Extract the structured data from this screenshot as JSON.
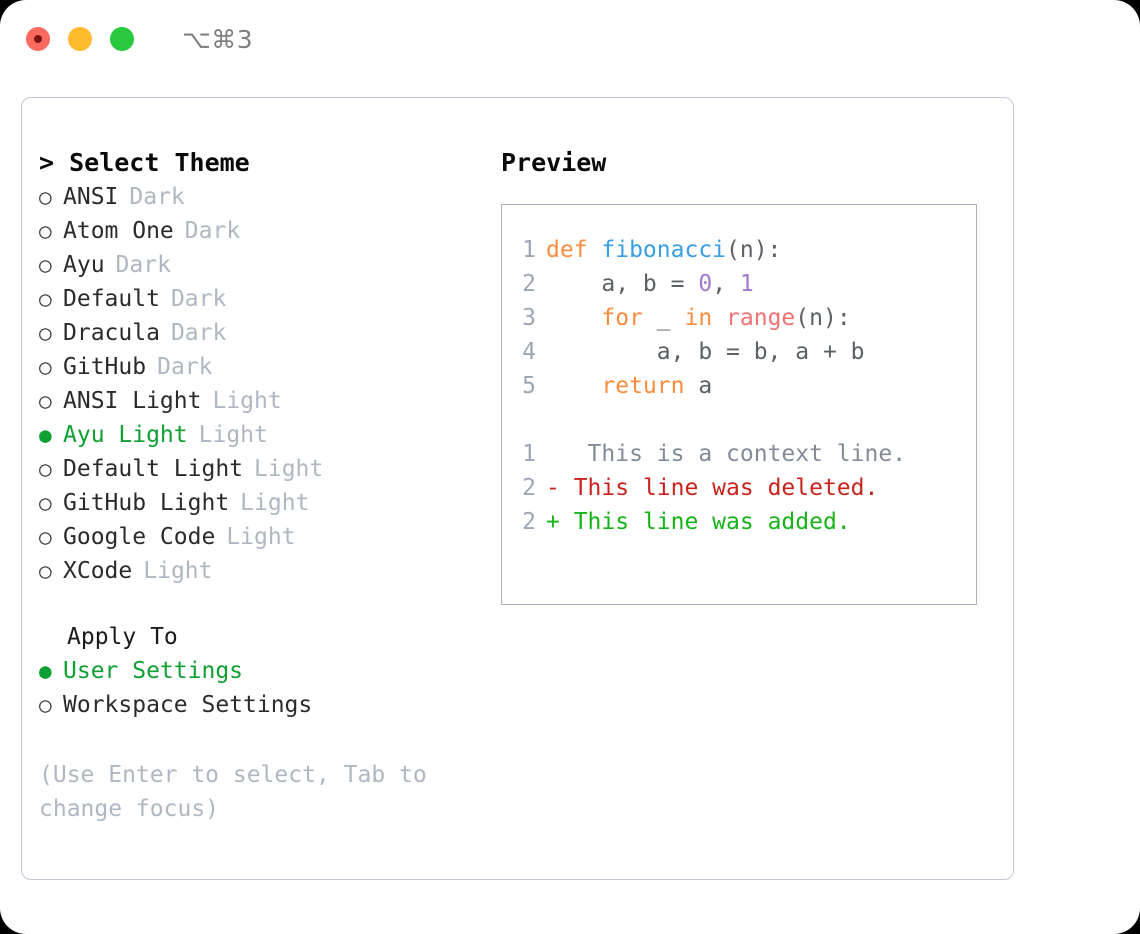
{
  "titlebar": {
    "shortcut": "⌥⌘3",
    "dots": [
      "close-recording",
      "minimize",
      "maximize"
    ]
  },
  "left": {
    "heading": "> Select Theme",
    "themes": [
      {
        "bullet": "○",
        "name": "ANSI",
        "category": "Dark",
        "selected": false
      },
      {
        "bullet": "○",
        "name": "Atom One",
        "category": "Dark",
        "selected": false
      },
      {
        "bullet": "○",
        "name": "Ayu",
        "category": "Dark",
        "selected": false
      },
      {
        "bullet": "○",
        "name": "Default",
        "category": "Dark",
        "selected": false
      },
      {
        "bullet": "○",
        "name": "Dracula",
        "category": "Dark",
        "selected": false
      },
      {
        "bullet": "○",
        "name": "GitHub",
        "category": "Dark",
        "selected": false
      },
      {
        "bullet": "○",
        "name": "ANSI Light",
        "category": "Light",
        "selected": false
      },
      {
        "bullet": "●",
        "name": "Ayu Light",
        "category": "Light",
        "selected": true
      },
      {
        "bullet": "○",
        "name": "Default Light",
        "category": "Light",
        "selected": false
      },
      {
        "bullet": "○",
        "name": "GitHub Light",
        "category": "Light",
        "selected": false
      },
      {
        "bullet": "○",
        "name": "Google Code",
        "category": "Light",
        "selected": false
      },
      {
        "bullet": "○",
        "name": "XCode",
        "category": "Light",
        "selected": false
      }
    ],
    "apply_to_label": "Apply To",
    "apply_options": [
      {
        "bullet": "●",
        "label": "User Settings",
        "selected": true
      },
      {
        "bullet": "○",
        "label": "Workspace Settings",
        "selected": false
      }
    ],
    "hint": "(Use Enter to select, Tab to change focus)"
  },
  "preview": {
    "title": "Preview",
    "code_lines": [
      {
        "lineno": "1",
        "tokens": [
          {
            "text": "def ",
            "type": "kw"
          },
          {
            "text": "fibonacci",
            "type": "fn"
          },
          {
            "text": "(n):",
            "type": "punct"
          }
        ]
      },
      {
        "lineno": "2",
        "tokens": [
          {
            "text": "    a, b = ",
            "type": "plain"
          },
          {
            "text": "0",
            "type": "num"
          },
          {
            "text": ", ",
            "type": "plain"
          },
          {
            "text": "1",
            "type": "num"
          }
        ]
      },
      {
        "lineno": "3",
        "tokens": [
          {
            "text": "    ",
            "type": "plain"
          },
          {
            "text": "for",
            "type": "kw"
          },
          {
            "text": " _ ",
            "type": "plain"
          },
          {
            "text": "in",
            "type": "kw"
          },
          {
            "text": " ",
            "type": "plain"
          },
          {
            "text": "range",
            "type": "build"
          },
          {
            "text": "(n):",
            "type": "punct"
          }
        ]
      },
      {
        "lineno": "4",
        "tokens": [
          {
            "text": "        a, b = b, a + b",
            "type": "plain"
          }
        ]
      },
      {
        "lineno": "5",
        "tokens": [
          {
            "text": "    ",
            "type": "plain"
          },
          {
            "text": "return",
            "type": "kw"
          },
          {
            "text": " a",
            "type": "plain"
          }
        ]
      }
    ],
    "diff_lines": [
      {
        "lineno": "1",
        "marker": " ",
        "text": "  This is a context line.",
        "type": "context"
      },
      {
        "lineno": "2",
        "marker": "-",
        "text": " This line was deleted.",
        "type": "deleted"
      },
      {
        "lineno": "2",
        "marker": "+",
        "text": " This line was added.",
        "type": "added"
      }
    ]
  },
  "colors": {
    "accent_green": "#0FA033",
    "muted": "#AEB7C2",
    "border": "#C2C9D4",
    "preview_border": "#A9B3C1",
    "kw": "#FA8D3E",
    "fn": "#399EE6",
    "num": "#A37ACC",
    "builtin": "#F07171",
    "plain": "#5C6166",
    "lineno": "#9CA6B4",
    "diff_context": "#828C99",
    "diff_deleted": "#C8231C",
    "diff_added": "#18B318",
    "dot_red": "#FB6A5E",
    "dot_yellow": "#FDBC2D",
    "dot_green": "#28C83F"
  }
}
